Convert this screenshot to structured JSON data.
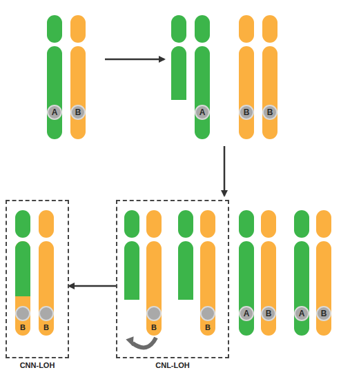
{
  "diagram": {
    "nodes": [
      {
        "text": [
          "A"
        ]
      },
      {
        "text": [
          "B"
        ]
      },
      {
        "text": [
          "A"
        ]
      },
      {
        "text": [
          "B"
        ]
      },
      {
        "text": [
          "B"
        ]
      },
      {
        "text": [
          "CNN-LOH"
        ]
      },
      {
        "text": [
          "B"
        ],
        "in": 5
      },
      {
        "text": [
          "B"
        ],
        "in": 5
      },
      {
        "text": [
          "CNL-LOH"
        ]
      },
      {
        "text": [
          "B"
        ],
        "in": 8
      },
      {
        "text": [
          "B"
        ],
        "in": 8
      },
      {
        "text": [
          "A"
        ]
      },
      {
        "text": [
          "B"
        ]
      },
      {
        "text": [
          "A"
        ]
      },
      {
        "text": [
          "B"
        ]
      }
    ],
    "edges": [
      {
        "from": 8,
        "to": 5,
        "arrow": "to"
      }
    ]
  }
}
